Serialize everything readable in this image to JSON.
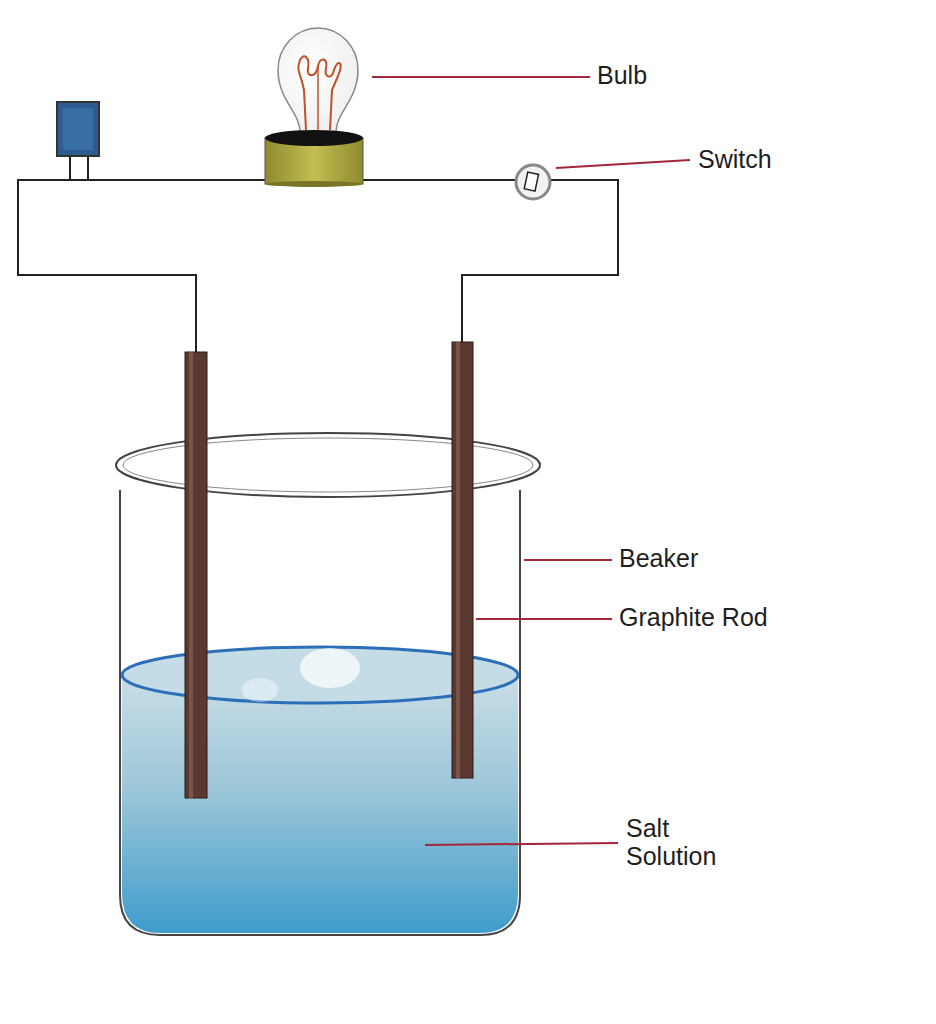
{
  "diagram": {
    "labels": [
      "Bulb",
      "Switch",
      "Beaker",
      "Graphite Rod",
      "Salt Solution"
    ]
  }
}
